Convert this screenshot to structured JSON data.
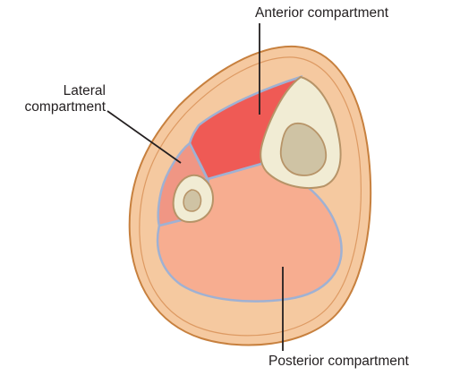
{
  "labels": {
    "anterior": "Anterior compartment",
    "lateral_line1": "Lateral",
    "lateral_line2": "compartment",
    "posterior": "Posterior compartment"
  },
  "colors": {
    "skin": "#f5c9a0",
    "skin_outline": "#c7803e",
    "fascia": "#9fb1d3",
    "anterior": "#ef5a55",
    "lateral": "#f09684",
    "posterior": "#f7ad90",
    "bone": "#f1ecd4",
    "bone_outline": "#b79468",
    "marrow": "#cfc3a4",
    "leader_line": "#231f20"
  }
}
